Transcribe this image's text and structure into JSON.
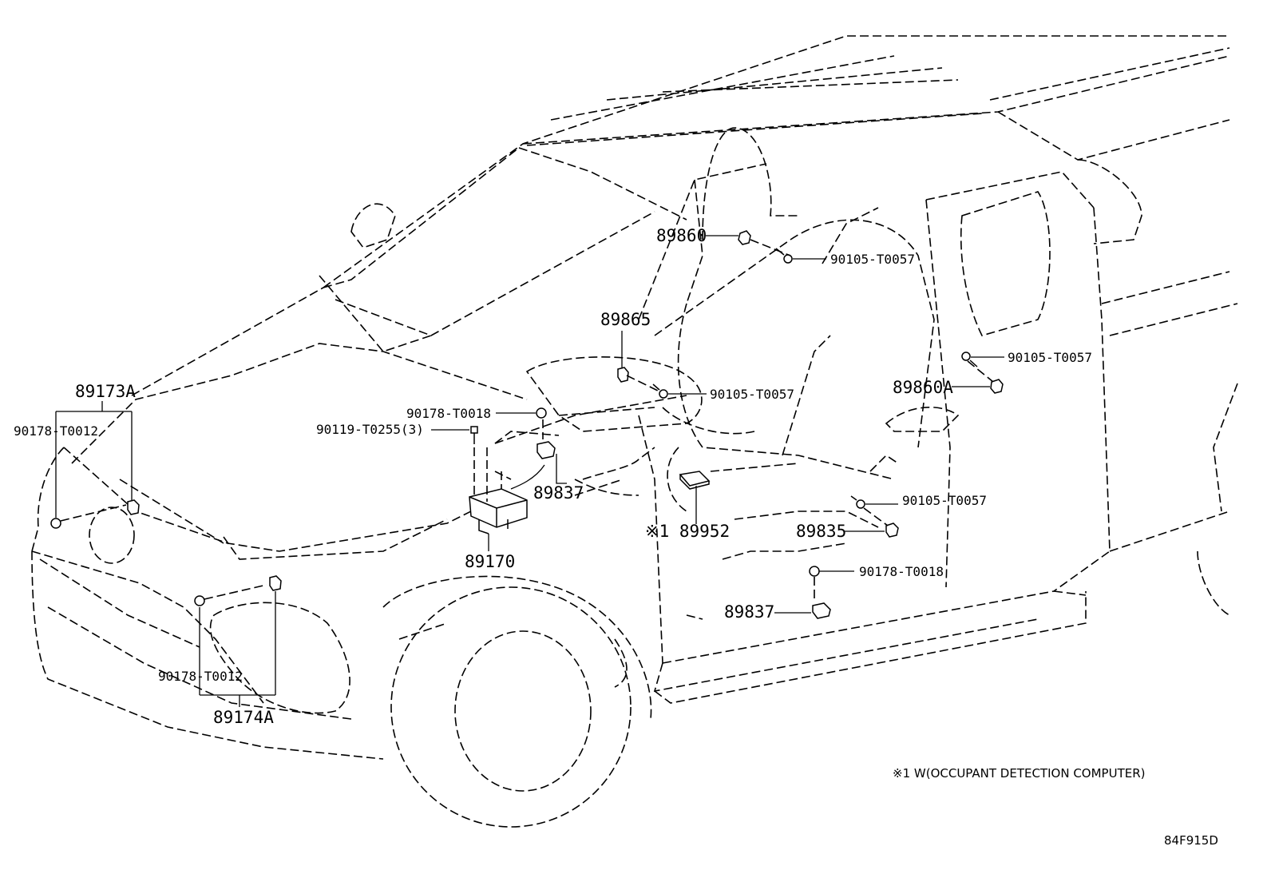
{
  "labels": {
    "p89860": "89860",
    "p90105_a": "90105-T0057",
    "p89865": "89865",
    "p90105_b": "90105-T0057",
    "p90105_c": "90105-T0057",
    "p89860A": "89860A",
    "p89173A": "89173A",
    "p90178_t0012_a": "90178-T0012",
    "p90178_t0018_a": "90178-T0018",
    "p90119": "90119-T0255(3)",
    "p89837_a": "89837",
    "p89170": "89170",
    "p89952": "※1 89952",
    "p90105_d": "90105-T0057",
    "p89835": "89835",
    "p90178_t0018_b": "90178-T0018",
    "p89837_b": "89837",
    "p90178_t0012_b": "90178-T0012",
    "p89174A": "89174A"
  },
  "footnote": "※1 W(OCCUPANT DETECTION COMPUTER)",
  "diagram_code": "84F915D"
}
